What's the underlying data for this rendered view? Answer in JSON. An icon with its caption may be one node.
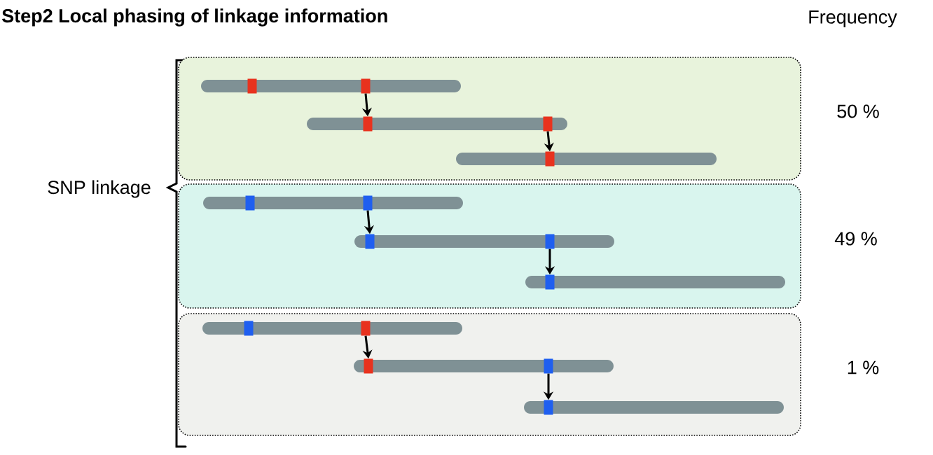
{
  "diagram": {
    "title": "Step2 Local phasing of linkage information",
    "nodes": [
      {
        "text": [],
        "shape": "box",
        "beside": [
          "50 %"
        ]
      },
      {
        "text": [],
        "shape": "bar",
        "in": 0
      },
      {
        "text": [],
        "shape": "box",
        "in": 1
      },
      {
        "text": [],
        "shape": "box",
        "in": 1
      },
      {
        "text": [],
        "shape": "bar",
        "in": 0
      },
      {
        "text": [],
        "shape": "box",
        "in": 4
      },
      {
        "text": [],
        "shape": "box",
        "in": 4
      },
      {
        "text": [],
        "shape": "bar",
        "in": 0
      },
      {
        "text": [],
        "shape": "box",
        "in": 7
      },
      {
        "text": [],
        "shape": "box",
        "beside": [
          "49 %"
        ]
      },
      {
        "text": [],
        "shape": "bar",
        "in": 9
      },
      {
        "text": [],
        "shape": "box",
        "in": 10
      },
      {
        "text": [],
        "shape": "box",
        "in": 10
      },
      {
        "text": [],
        "shape": "bar",
        "in": 9
      },
      {
        "text": [],
        "shape": "box",
        "in": 13
      },
      {
        "text": [],
        "shape": "box",
        "in": 13
      },
      {
        "text": [],
        "shape": "bar",
        "in": 9
      },
      {
        "text": [],
        "shape": "box",
        "in": 16
      },
      {
        "text": [],
        "shape": "box",
        "beside": [
          "1 %"
        ]
      },
      {
        "text": [],
        "shape": "bar",
        "in": 18
      },
      {
        "text": [],
        "shape": "box",
        "in": 19
      },
      {
        "text": [],
        "shape": "box",
        "in": 19
      },
      {
        "text": [],
        "shape": "bar",
        "in": 18
      },
      {
        "text": [],
        "shape": "box",
        "in": 22
      },
      {
        "text": [],
        "shape": "box",
        "in": 22
      },
      {
        "text": [],
        "shape": "bar",
        "in": 18
      },
      {
        "text": [],
        "shape": "box",
        "in": 25
      }
    ],
    "edges": [
      {
        "from": 3,
        "to": 5,
        "arrow": "to"
      },
      {
        "from": 6,
        "to": 8,
        "arrow": "to"
      },
      {
        "from": 12,
        "to": 14,
        "arrow": "to"
      },
      {
        "from": 15,
        "to": 17,
        "arrow": "to"
      },
      {
        "from": 21,
        "to": 23,
        "arrow": "to"
      },
      {
        "from": 24,
        "to": 26,
        "arrow": "to"
      }
    ],
    "labels": [
      "Frequency",
      "SNP linkage"
    ]
  }
}
